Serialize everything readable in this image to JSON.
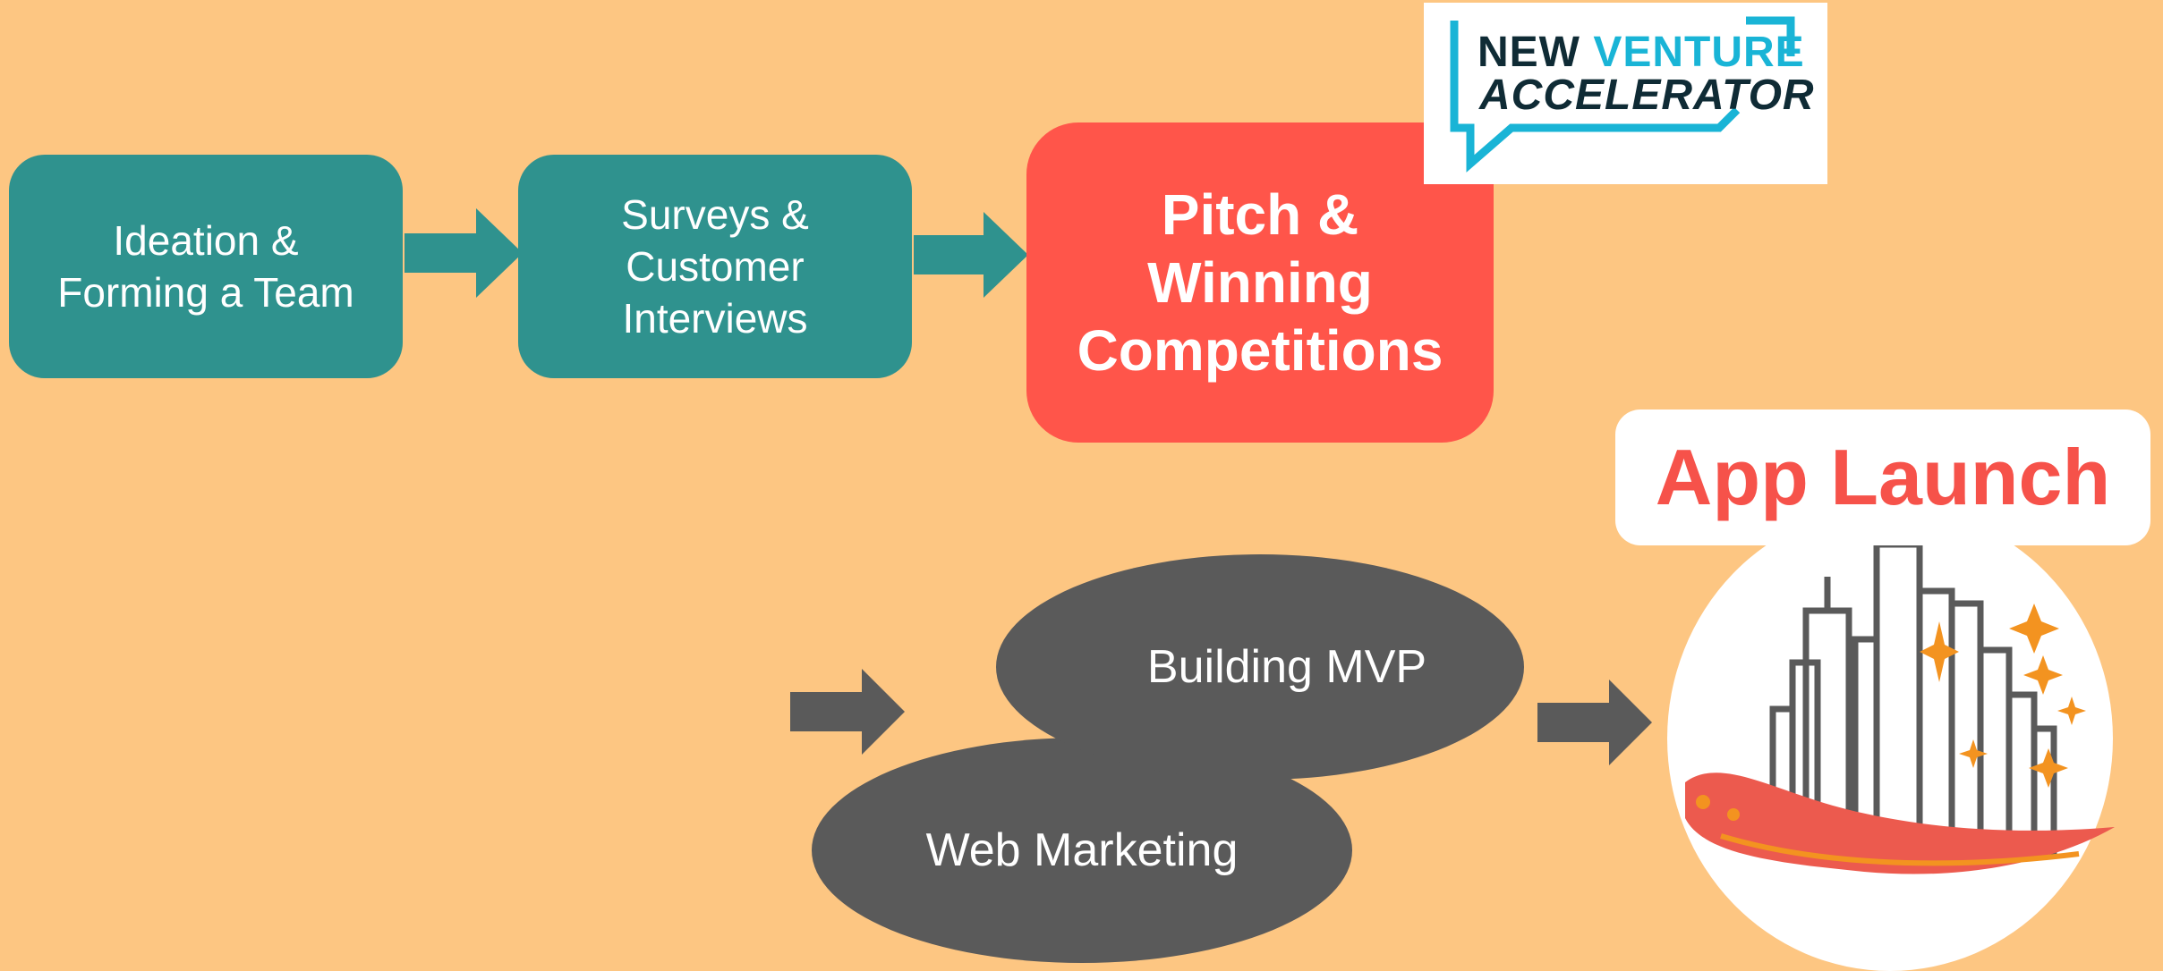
{
  "flow_top": {
    "step1": "Ideation &\nForming a Team",
    "step2": "Surveys &\nCustomer\nInterviews",
    "step3": "Pitch &\nWinning\nCompetitions"
  },
  "flow_bottom": {
    "building": "Building MVP",
    "marketing": "Web Marketing",
    "launch": "App Launch"
  },
  "logo": {
    "line1_a": "NEW",
    "line1_b": "VENTURE",
    "line2": "ACCELERATOR"
  },
  "colors": {
    "background": "#FDC682",
    "teal": "#2F928E",
    "red": "#FF554A",
    "gray": "#5A5A5A",
    "logo_blue": "#19B4D6",
    "logo_dark": "#0F2B35",
    "sparkle": "#F39320"
  }
}
